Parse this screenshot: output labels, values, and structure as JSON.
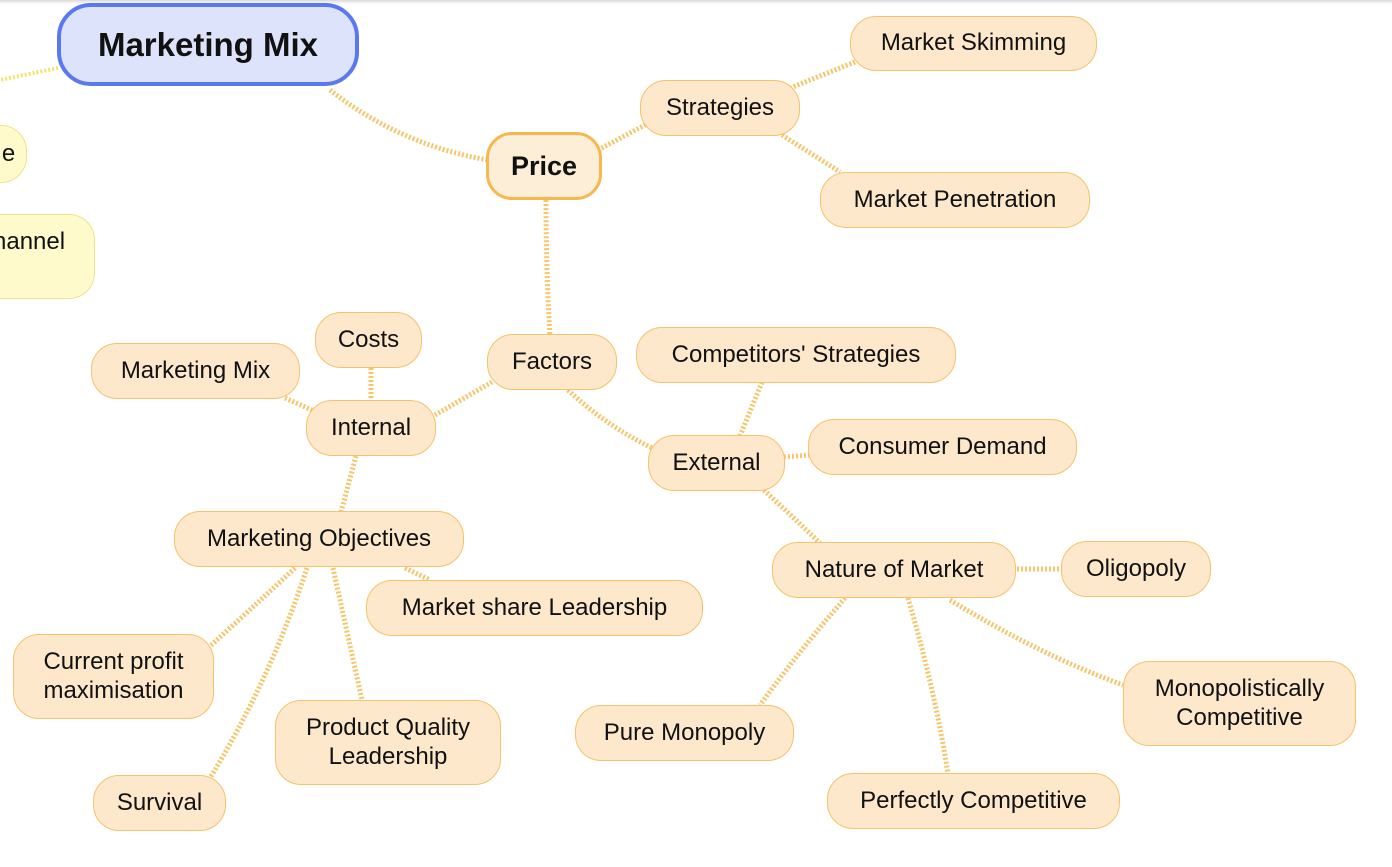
{
  "map": {
    "root": "Marketing Mix",
    "price": "Price",
    "strategies": "Strategies",
    "market_skimming": "Market Skimming",
    "market_penetration": "Market Penetration",
    "factors": "Factors",
    "internal": "Internal",
    "costs": "Costs",
    "internal_marketing_mix": "Marketing Mix",
    "marketing_objectives": "Marketing Objectives",
    "market_share_leadership": "Market share Leadership",
    "current_profit_maximisation": "Current profit\nmaximisation",
    "product_quality_leadership": "Product Quality\nLeadership",
    "survival": "Survival",
    "external": "External",
    "competitors_strategies": "Competitors' Strategies",
    "consumer_demand": "Consumer Demand",
    "nature_of_market": "Nature of Market",
    "oligopoly": "Oligopoly",
    "monopolistically_competitive": "Monopolistically\nCompetitive",
    "pure_monopoly": "Pure Monopoly",
    "perfectly_competitive": "Perfectly Competitive",
    "cut_node_1": "e",
    "cut_node_2": "hannel\nl"
  },
  "colors": {
    "root_border": "#5b79ee",
    "root_fill": "#dde3fb",
    "branch_border": "#f6c26b",
    "branch_fill": "#fde8cb",
    "link": "#f7c56a",
    "side_link": "#f0e56a",
    "side_fill": "#fffacb"
  }
}
